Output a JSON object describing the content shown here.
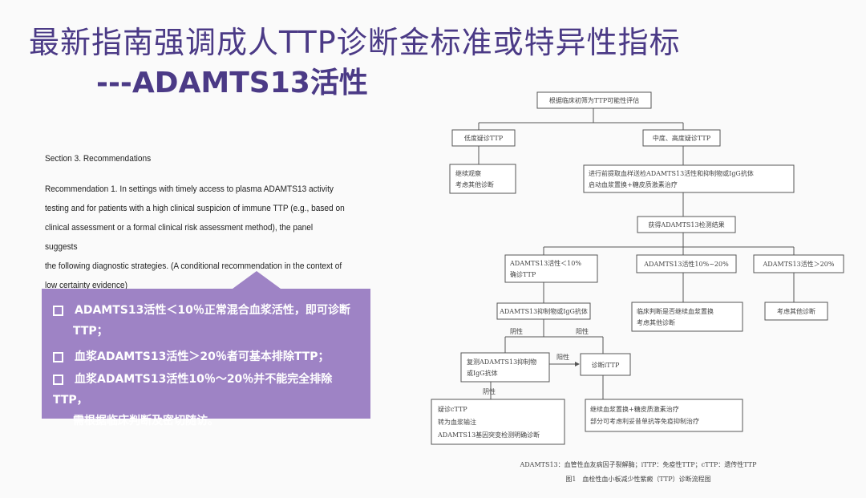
{
  "title": {
    "line1": "最新指南强调成人TTP诊断金标准或特异性指标",
    "line2": "---ADAMTS13活性"
  },
  "recommendation": {
    "section": "Section 3. Recommendations",
    "lines": [
      "Recommendation 1. In settings with timely access to plasma ADAMTS13 activity",
      "testing and for patients with a high clinical suspicion of immune TTP (e.g., based on",
      "clinical assessment or a formal clinical risk assessment method), the panel suggests",
      "the following diagnostic strategies. (A conditional recommendation in the context of",
      "low certainty evidence)"
    ]
  },
  "bullets": [
    {
      "line1": "ADAMTS13活性＜10％正常混合血浆活性，即可诊断",
      "line2": "TTP；"
    },
    {
      "line1": "血浆ADAMTS13活性＞20％者可基本排除TTP；",
      "line2": ""
    },
    {
      "line1": "血浆ADAMTS13活性10％～20％并不能完全排除TTP，",
      "line2": "需根据临床判断及密切随访。"
    }
  ],
  "flowchart": {
    "nodes": {
      "n1": "根据临床初筛为TTP可能性评估",
      "n2": "低度疑诊TTP",
      "n3": "中度、高度疑诊TTP",
      "n4": [
        "继续观察",
        "考虑其他诊断"
      ],
      "n5": [
        "进行前提取血样送检ADAMTS13活性和抑制物或IgG抗体",
        "启动血浆置换+糖皮质激素治疗"
      ],
      "n6": "获得ADAMTS13检测结果",
      "n7": [
        "ADAMTS13活性＜10%",
        "确诊TTP"
      ],
      "n8": "ADAMTS13活性10%~20%",
      "n9": "ADAMTS13活性＞20%",
      "n10": "ADAMTS13抑制物或IgG抗体",
      "n11": [
        "临床判断是否继续血浆置换",
        "考虑其他诊断"
      ],
      "n12": "考虑其他诊断",
      "n13": [
        "复测ADAMTS13抑制物",
        "或IgG抗体"
      ],
      "n14": "诊断iTTP",
      "n15": [
        "疑诊cTTP",
        "转为血浆输注",
        "ADAMTS13基因突变检测明确诊断"
      ],
      "n16": [
        "继续血浆置换+糖皮质激素治疗",
        "部分可考虑利妥昔单抗等免疫抑制治疗"
      ]
    },
    "labels": {
      "neg": "阴性",
      "pos": "阳性",
      "pos2": "阳性",
      "neg2": "阴性"
    },
    "caption1": "ADAMTS13：血管性血友病因子裂解酶；iTTP：免疫性TTP；cTTP：遗传性TTP",
    "caption2": "图1　血栓性血小板减少性紫癜（TTP）诊断流程图"
  }
}
